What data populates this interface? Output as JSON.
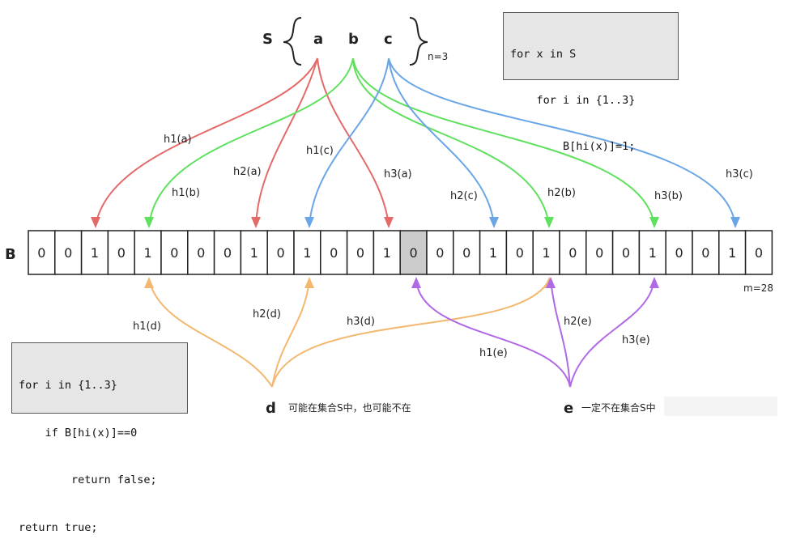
{
  "set": {
    "label": "S",
    "elements": [
      "a",
      "b",
      "c"
    ],
    "size_label": "n=3"
  },
  "insert_code": [
    "for x in S",
    "    for i in {1..3}",
    "        B[hi(x)]=1;"
  ],
  "query_code": [
    "for i in {1..3}",
    "    if B[hi(x)]==0",
    "        return false;",
    "return true;"
  ],
  "array": {
    "label": "B",
    "bits": [
      "0",
      "0",
      "1",
      "0",
      "1",
      "0",
      "0",
      "0",
      "1",
      "0",
      "1",
      "0",
      "0",
      "1",
      "0",
      "0",
      "0",
      "1",
      "0",
      "1",
      "0",
      "0",
      "0",
      "1",
      "0",
      "0",
      "1",
      "0"
    ],
    "size_label": "m=28",
    "highlighted_index": 14
  },
  "mappings": {
    "h1a": "h1(a)",
    "h2a": "h2(a)",
    "h3a": "h3(a)",
    "h1b": "h1(b)",
    "h2b": "h2(b)",
    "h3b": "h3(b)",
    "h1c": "h1(c)",
    "h2c": "h2(c)",
    "h3c": "h3(c)",
    "h1d": "h1(d)",
    "h2d": "h2(d)",
    "h3d": "h3(d)",
    "h1e": "h1(e)",
    "h2e": "h2(e)",
    "h3e": "h3(e)"
  },
  "queries": {
    "d_label": "d",
    "d_note": "可能在集合S中，也可能不在",
    "e_label": "e",
    "e_note": "一定不在集合S中"
  },
  "colors": {
    "a": "#e46a6a",
    "b": "#5fe05f",
    "c": "#6aa6e6",
    "d": "#f3b870",
    "e": "#b16ae6",
    "highlight": "#cccccc"
  }
}
